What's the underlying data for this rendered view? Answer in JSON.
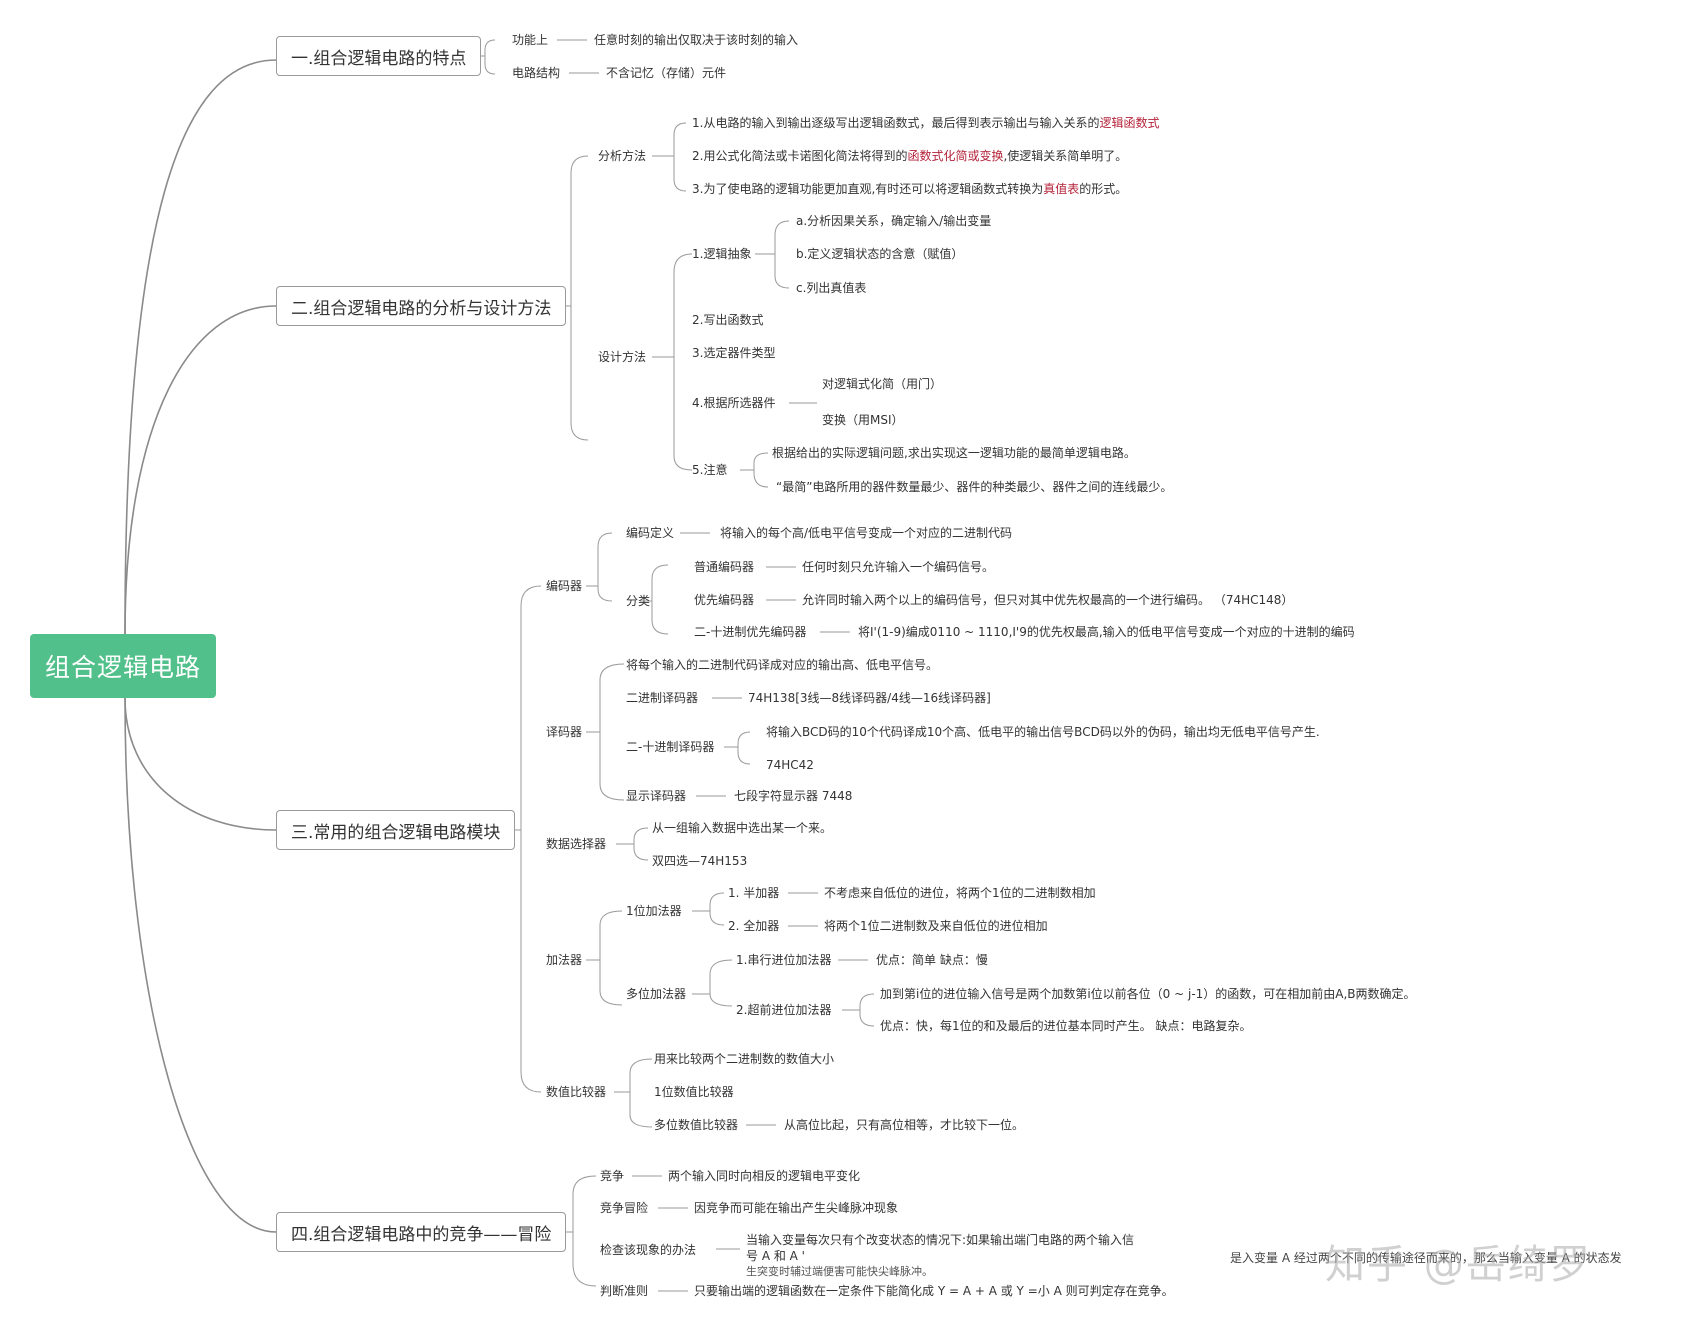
{
  "root": "组合逻辑电路",
  "b1": {
    "title": "一.组合逻辑电路的特点",
    "func": "功能上",
    "func_desc": "任意时刻的输出仅取决于该时刻的输入",
    "struct": "电路结构",
    "struct_desc": "不含记忆（存储）元件"
  },
  "b2": {
    "title": "二.组合逻辑电路的分析与设计方法",
    "analysis": "分析方法",
    "a1_pre": "1.从电路的输入到输出逐级写出逻辑函数式，最后得到表示输出与输入关系的",
    "a1_hl": "逻辑函数式",
    "a2_pre": "2.用公式化简法或卡诺图化简法将得到的",
    "a2_hl": "函数式化简或变换",
    "a2_post": ",使逻辑关系简单明了。",
    "a3_pre": "3.为了使电路的逻辑功能更加直观,有时还可以将逻辑函数式转换为",
    "a3_hl": "真值表",
    "a3_post": "的形式。",
    "design": "设计方法",
    "d1": "1.逻辑抽象",
    "d1a": "a.分析因果关系，确定输入/输出变量",
    "d1b": "b.定义逻辑状态的含意（赋值）",
    "d1c": "c.列出真值表",
    "d2": "2.写出函数式",
    "d3": "3.选定器件类型",
    "d4": "4.根据所选器件",
    "d4a": "对逻辑式化简（用门）",
    "d4b": "变换（用MSI）",
    "d5": "5.注意",
    "d5a": "根据给出的实际逻辑问题,求出实现这一逻辑功能的最简单逻辑电路。",
    "d5b": "“最简”电路所用的器件数量最少、器件的种类最少、器件之间的连线最少。"
  },
  "b3": {
    "title": "三.常用的组合逻辑电路模块",
    "encoder": "编码器",
    "enc_def": "编码定义",
    "enc_def_desc": "将输入的每个高/低电平信号变成一个对应的二进制代码",
    "enc_cls": "分类",
    "enc_c1": "普通编码器",
    "enc_c1_desc": "任何时刻只允许输入一个编码信号。",
    "enc_c2": "优先编码器",
    "enc_c2_desc": "允许同时输入两个以上的编码信号，但只对其中优先权最高的一个进行编码。  （74HC148）",
    "enc_c3": "二-十进制优先编码器",
    "enc_c3_desc": "将I'(1-9)编成0110 ~ 1110,I'9的优先权最高,输入的低电平信号变成一个对应的十进制的编码",
    "decoder": "译码器",
    "dec_def": "将每个输入的二进制代码译成对应的输出高、低电平信号。",
    "dec_bin": "二进制译码器",
    "dec_bin_desc": "74H138[3线—8线译码器/4线—16线译码器]",
    "dec_bcd": "二-十进制译码器",
    "dec_bcd_a": "将输入BCD码的10个代码译成10个高、低电平的输出信号BCD码以外的伪码，输出均无低电平信号产生.",
    "dec_bcd_b": "74HC42",
    "dec_disp": "显示译码器",
    "dec_disp_desc": "七段字符显示器 7448",
    "mux": "数据选择器",
    "mux_a": "从一组输入数据中选出某一个来。",
    "mux_b": "双四选—74H153",
    "adder": "加法器",
    "add1": "1位加法器",
    "add1_half": "1. 半加器",
    "add1_half_desc": "不考虑来自低位的进位，将两个1位的二进制数相加",
    "add1_full": "2. 全加器",
    "add1_full_desc": "将两个1位二进制数及来自低位的进位相加",
    "addm": "多位加法器",
    "addm_serial": "1.串行进位加法器",
    "addm_serial_desc": "优点：简单 缺点：慢",
    "addm_la": "2.超前进位加法器",
    "addm_la_a": "加到第i位的进位输入信号是两个加数第i位以前各位（0 ~ j-1）的函数，可在相加前由A,B两数确定。",
    "addm_la_b": "优点：快，每1位的和及最后的进位基本同时产生。 缺点：电路复杂。",
    "cmp": "数值比较器",
    "cmp_a": "用来比较两个二进制数的数值大小",
    "cmp_b": "1位数值比较器",
    "cmp_c": "多位数值比较器",
    "cmp_c_desc": "从高位比起，只有高位相等，才比较下一位。"
  },
  "b4": {
    "title": "四.组合逻辑电路中的竞争——冒险",
    "race": "竞争",
    "race_desc": "两个输入同时向相反的逻辑电平变化",
    "hazard": "竞争冒险",
    "hazard_desc": "因竞争而可能在输出产生尖峰脉冲现象",
    "check": "检查该现象的办法",
    "check_l1": "当输入变量每次只有个改变状态的情况下:如果输出端门电路的两个输入信",
    "check_l2": "号 A 和 A '",
    "check_l3": "生突变时辅过端便害可能快尖峰脉冲。",
    "check_right": "是入变量 A 经过两个不同的传输途径而来的，那么当输入变量 A 的状态发",
    "judge": "判断准则",
    "judge_desc": "只要输出端的逻辑函数在一定条件下能简化成 Y = A + A 或 Y =小 A 则可判定存在竞争。"
  },
  "watermark": "知乎 @岳绮罗",
  "colors": {
    "root_bg": "#52c08a",
    "highlight": "#b4233a",
    "line": "#8a8a8a"
  }
}
